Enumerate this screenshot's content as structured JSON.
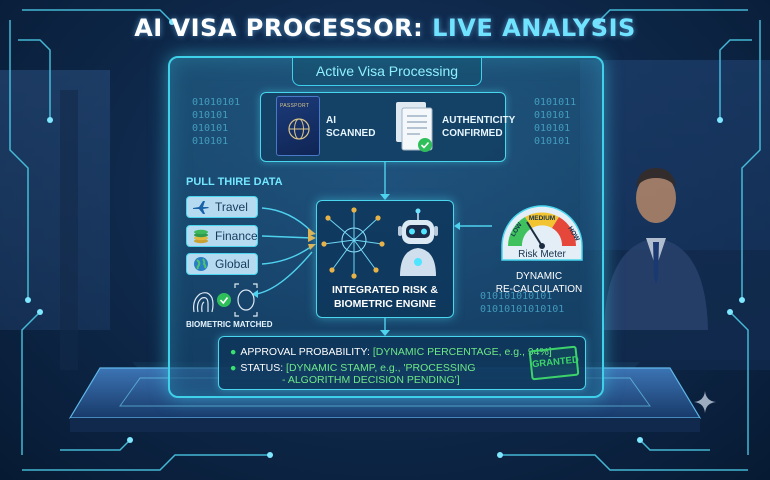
{
  "header": {
    "title_main": "AI VISA PROCESSOR: ",
    "title_accent": "LIVE ANALYSIS"
  },
  "panel": {
    "tab_label": "Active Visa Processing"
  },
  "document_check": {
    "passport_label": "PASSPORT",
    "scan_status": "AI SCANNED",
    "authenticity_status": "AUTHENTICITY CONFIRMED"
  },
  "data_sources": {
    "heading": "PULL THIRE DATA",
    "items": [
      {
        "label": "Travel",
        "icon": "airplane-icon"
      },
      {
        "label": "Finance",
        "icon": "coins-icon"
      },
      {
        "label": "Global",
        "icon": "globe-icon"
      }
    ],
    "biometric_label": "BIOMETRIC MATCHED"
  },
  "engine": {
    "label_line1": "INTEGRATED RISK &",
    "label_line2": "BIOMETRIC ENGINE"
  },
  "risk_meter": {
    "label": "Risk Meter",
    "segments": [
      "LOW",
      "MEDIUM",
      "HOW"
    ],
    "dynamic_line1": "DYNAMIC",
    "dynamic_line2": "RE-CALCULATION"
  },
  "binary": {
    "left": "01010101\n010101\n010101\n010101",
    "right": "0101011\n010101\n010101\n010101",
    "lower": "010101010101\n01010101010101"
  },
  "result": {
    "probability_label": "APPROVAL PROBABILITY: ",
    "probability_value": "[DYNAMIC PERCENTAGE, e.g., 94%]",
    "status_label": "STATUS: ",
    "status_value_line1": "[DYNAMIC STAMP, e.g., 'PROCESSING",
    "status_value_line2": "- ALGORITHM DECISION PENDING']",
    "stamp": "GRANTED"
  },
  "colors": {
    "accent_cyan": "#3fd0ea",
    "green": "#38e36d",
    "title_accent": "#6fe3ff"
  }
}
